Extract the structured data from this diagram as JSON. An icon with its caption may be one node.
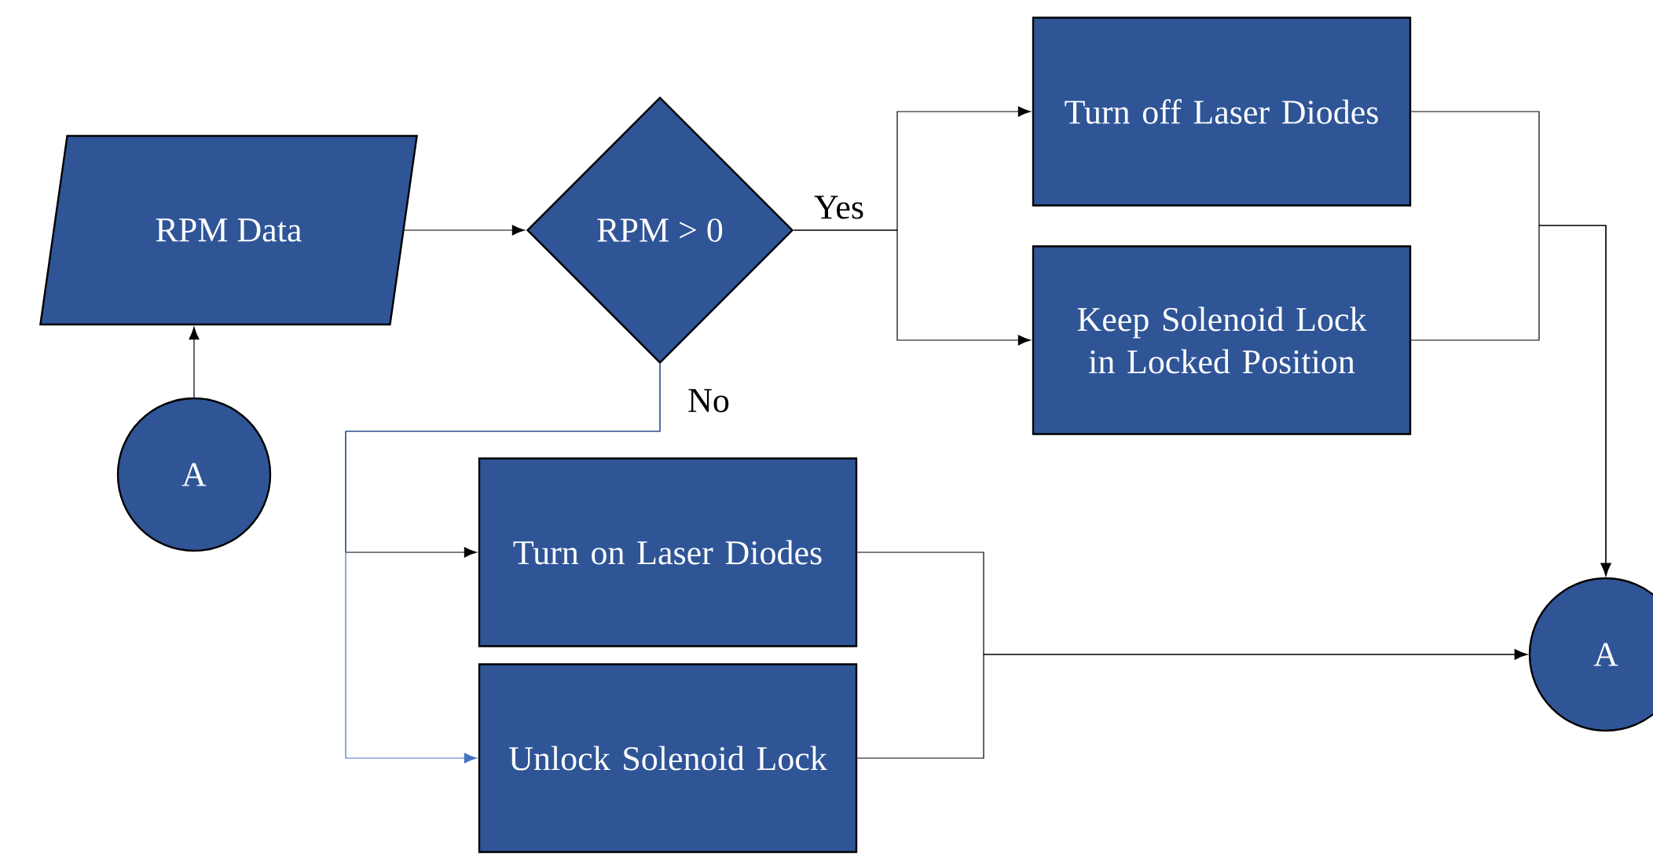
{
  "diagram": {
    "nodes": [
      {
        "text": [
          "RPM Data"
        ]
      },
      {
        "text": [
          "RPM > 0"
        ]
      },
      {
        "text": [
          "Turn off Laser Diodes"
        ]
      },
      {
        "text": [
          "Keep Solenoid Lock in Locked Position"
        ]
      },
      {
        "text": [
          "A"
        ]
      },
      {
        "text": [
          "Turn on Laser Diodes"
        ]
      },
      {
        "text": [
          "Unlock Solenoid Lock"
        ]
      },
      {
        "text": [
          "A"
        ]
      }
    ],
    "edges": [
      {
        "from": 4,
        "to": 0,
        "arrow": "to"
      },
      {
        "from": 0,
        "to": 1,
        "arrow": "to"
      },
      {
        "from": 1,
        "to": 2,
        "arrow": "to",
        "label": "Yes"
      },
      {
        "from": 1,
        "to": 3,
        "arrow": "to"
      },
      {
        "from": 1,
        "to": 5,
        "arrow": "to",
        "label": "No"
      },
      {
        "from": 1,
        "to": 6,
        "arrow": "to",
        "color": "#4472c4"
      },
      {
        "from": 2,
        "to": 7,
        "arrow": "to"
      },
      {
        "from": 3,
        "to": 7,
        "arrow": "to"
      },
      {
        "from": 5,
        "to": 7,
        "arrow": "to"
      },
      {
        "from": 6,
        "to": 7,
        "arrow": "to"
      }
    ]
  }
}
